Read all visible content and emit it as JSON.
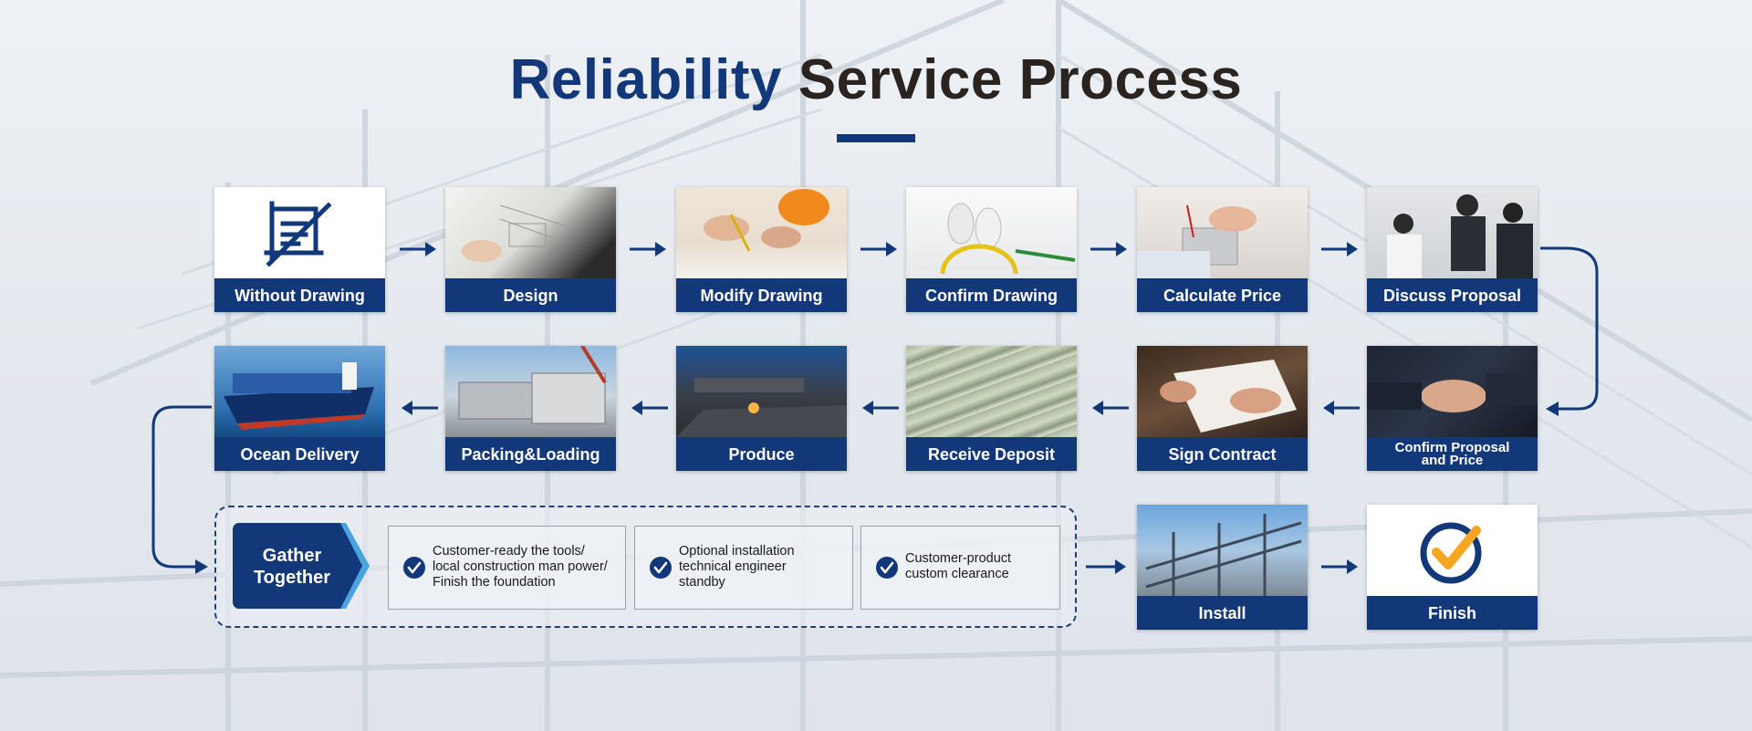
{
  "title": {
    "accent": "Reliability",
    "rest": "Service Process"
  },
  "colors": {
    "navy": "#13387a",
    "orange": "#f5a623",
    "dark_text": "#2a2320"
  },
  "row1": [
    {
      "label": "Without Drawing",
      "icon": "no-drawing-icon"
    },
    {
      "label": "Design",
      "icon": "design-photo"
    },
    {
      "label": "Modify Drawing",
      "icon": "modify-drawing-photo"
    },
    {
      "label": "Confirm Drawing",
      "icon": "blueprints-photo"
    },
    {
      "label": "Calculate Price",
      "icon": "calculator-photo"
    },
    {
      "label": "Discuss Proposal",
      "icon": "meeting-photo"
    }
  ],
  "row2": [
    {
      "label": "Ocean Delivery",
      "icon": "cargo-ship-photo"
    },
    {
      "label": "Packing&Loading",
      "icon": "truck-loading-photo"
    },
    {
      "label": "Produce",
      "icon": "laser-cutting-photo"
    },
    {
      "label": "Receive Deposit",
      "icon": "cash-photo"
    },
    {
      "label": "Sign Contract",
      "icon": "signing-photo"
    },
    {
      "label": "Confirm Proposal and Price",
      "icon": "handshake-photo"
    }
  ],
  "row3": [
    {
      "label": "Install",
      "icon": "steel-structure-photo"
    },
    {
      "label": "Finish",
      "icon": "check-circle-icon"
    }
  ],
  "gather": {
    "label_line1": "Gather",
    "label_line2": "Together",
    "steps": [
      {
        "lines": [
          "Customer-ready the tools/",
          "local construction man power/",
          "Finish the foundation"
        ]
      },
      {
        "lines": [
          "Optional installation",
          "technical engineer",
          "standby"
        ]
      },
      {
        "lines": [
          "Customer-product",
          "custom clearance"
        ]
      }
    ]
  }
}
